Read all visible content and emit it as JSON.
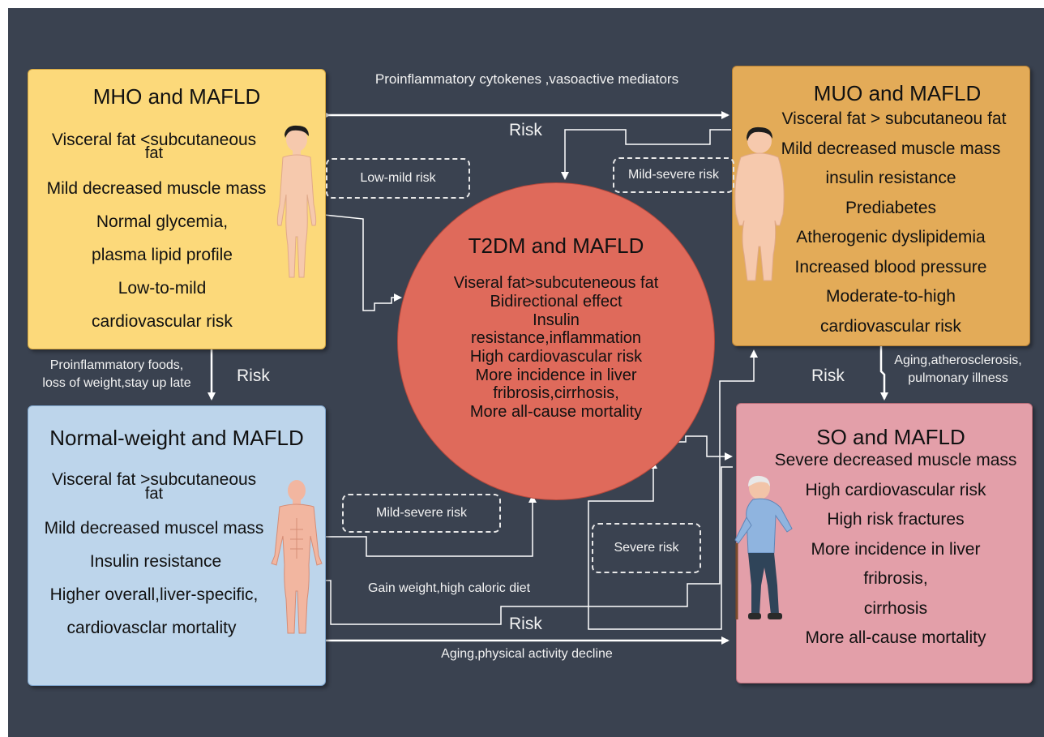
{
  "top_connector": {
    "mediators_label": "Proinflammatory  cytokenes  ,vasoactive mediators",
    "risk_label": "Risk"
  },
  "mho": {
    "title": "MHO and MAFLD",
    "lines": [
      "Visceral fat <subcutaneous",
      "fat",
      "Mild decreased muscle mass",
      "Normal glycemia,",
      "plasma lipid profile",
      "Low-to-mild",
      "cardiovascular risk"
    ],
    "color": "#fcd97a"
  },
  "muo": {
    "title": "MUO and MAFLD",
    "lines": [
      "Visceral fat > subcutaneou fat",
      "Mild decreased muscle mass",
      "insulin resistance",
      "Prediabetes",
      "Atherogenic dyslipidemia",
      "Increased blood pressure",
      "Moderate-to-high",
      "cardiovascular risk"
    ],
    "color": "#e3ab58"
  },
  "normal": {
    "title": "Normal-weight and MAFLD",
    "lines": [
      "Visceral fat >subcutaneous",
      "fat",
      "Mild decreased muscel mass",
      "Insulin resistance",
      "Higher overall,liver-specific,",
      "cardiovasclar mortality"
    ],
    "color": "#bdd5eb"
  },
  "so": {
    "title": "SO and MAFLD",
    "lines": [
      "Severe decreased muscle mass",
      "High cardiovascular risk",
      "High risk fractures",
      "More  incidence in liver",
      "fribrosis,",
      "cirrhosis",
      "More all-cause mortality"
    ],
    "color": "#e39fa9"
  },
  "center": {
    "title": "T2DM  and MAFLD",
    "lines": [
      "Viseral fat>subcuteneous fat",
      "Bidirectional  effect",
      "Insulin",
      "resistance,inflammation",
      "High cardiovascular risk",
      "More  incidence in liver",
      "fribrosis,cirrhosis,",
      "More all-cause mortality"
    ],
    "color": "#df6a5b"
  },
  "risk_tags": {
    "low_mild": "Low-mild risk",
    "mild_severe_top": "Mild-severe risk",
    "mild_severe_bottom": "Mild-severe risk",
    "severe": "Severe risk"
  },
  "left_connector": {
    "cause_label": "Proinflammatory foods,\nloss of weight,stay up late",
    "risk_label": "Risk"
  },
  "right_connector": {
    "cause_label": "Aging,atherosclerosis,\npulmonary illness",
    "risk_label": "Risk"
  },
  "bottom_connector": {
    "gain_label": "Gain weight,high caloric diet",
    "risk_label": "Risk",
    "aging_label": "Aging,physical activity decline"
  }
}
